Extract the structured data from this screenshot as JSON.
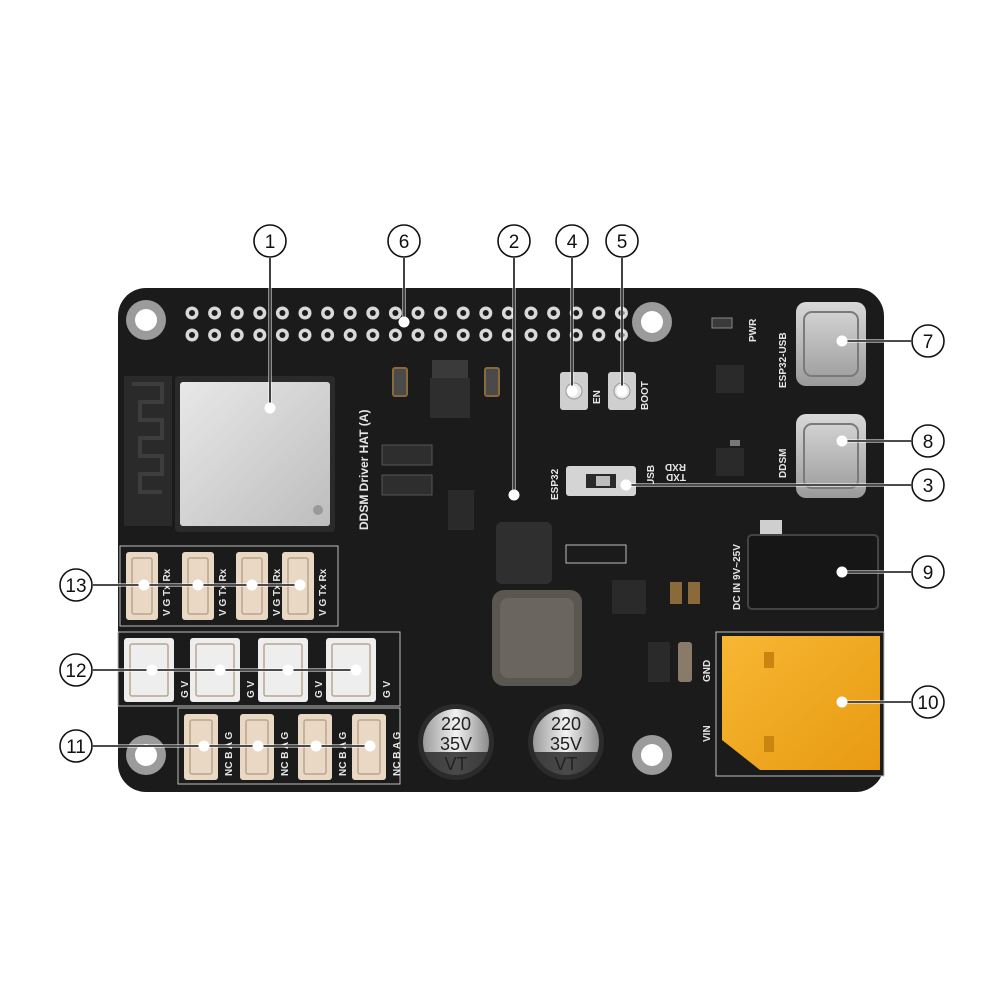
{
  "board": {
    "title": "DDSM Driver HAT (A)",
    "labels": {
      "pwr": "PWR",
      "esp32_usb": "ESP32-USB",
      "ddsm": "DDSM",
      "en": "EN",
      "boot": "BOOT",
      "esp32": "ESP32",
      "usb": "USB",
      "rxd": "RXD",
      "txd": "TXD",
      "dc_in": "DC IN 9V~25V",
      "gnd": "GND",
      "vin": "VIN",
      "cap1_value": "220",
      "cap1_voltage": "35V",
      "cap1_series": "VT",
      "cap2_value": "220",
      "cap2_voltage": "35V",
      "cap2_series": "VT",
      "uart_pins": "V G Tx Rx",
      "servo_pins": "G V",
      "motor_pins": "NC B A G"
    }
  },
  "callouts": [
    {
      "num": "1"
    },
    {
      "num": "2"
    },
    {
      "num": "3"
    },
    {
      "num": "4"
    },
    {
      "num": "5"
    },
    {
      "num": "6"
    },
    {
      "num": "7"
    },
    {
      "num": "8"
    },
    {
      "num": "9"
    },
    {
      "num": "10"
    },
    {
      "num": "11"
    },
    {
      "num": "12"
    },
    {
      "num": "13"
    }
  ]
}
